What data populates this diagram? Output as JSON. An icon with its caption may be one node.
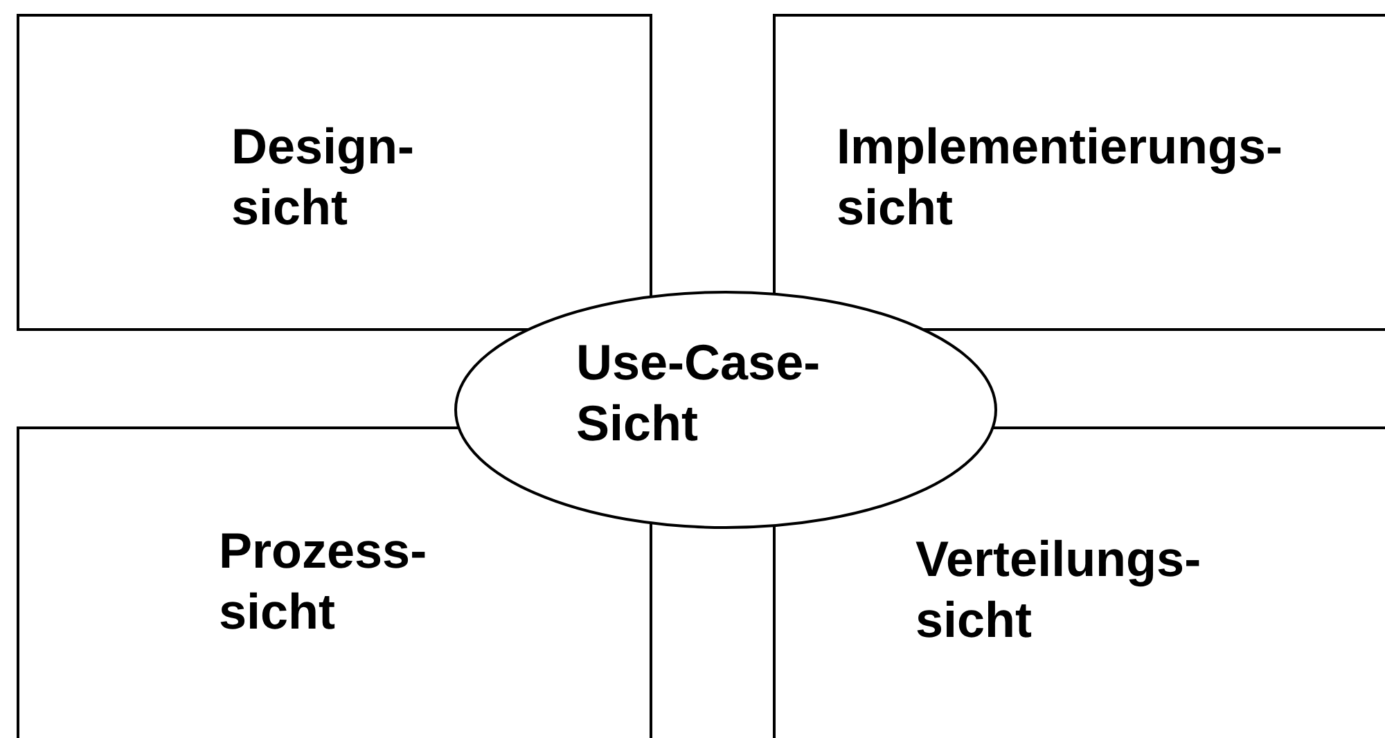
{
  "diagram": {
    "nodes": [
      {
        "text": [
          "Design- sicht"
        ]
      },
      {
        "text": [
          "Implementierungs- sicht"
        ]
      },
      {
        "text": [
          "Use-Case- Sicht"
        ]
      },
      {
        "text": [
          "Prozess- sicht"
        ]
      },
      {
        "text": [
          "Verteilungs- sicht"
        ]
      }
    ]
  }
}
